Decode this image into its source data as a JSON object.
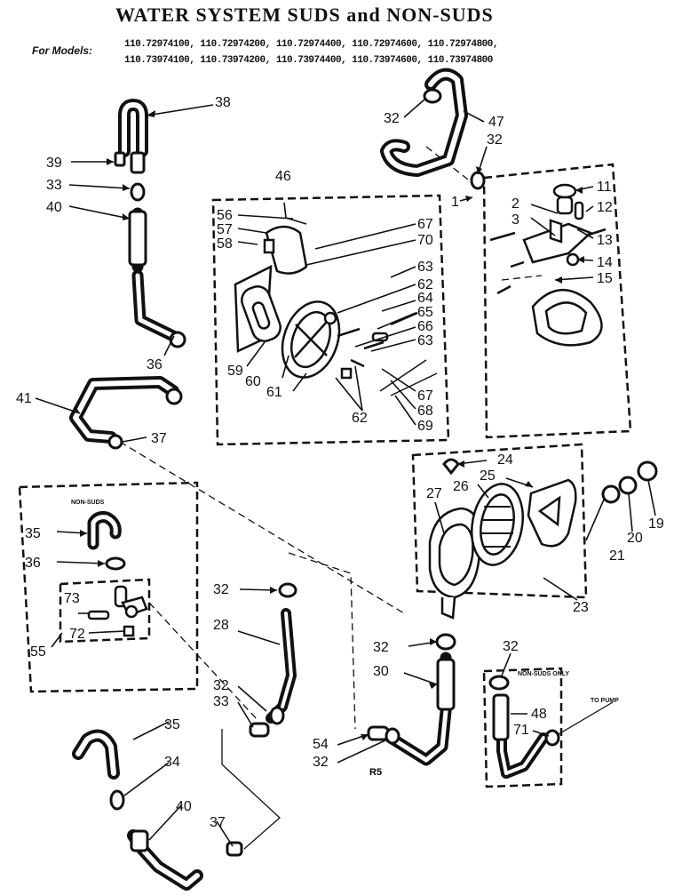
{
  "header": {
    "title": "WATER SYSTEM SUDS and NON-SUDS",
    "models_label": "For Models:",
    "models_line1": "110.72974100, 110.72974200, 110.72974400, 110.72974600, 110.72974800,",
    "models_line2": "110.73974100, 110.73974200, 110.73974400, 110.73974600, 110.73974800"
  },
  "labels": {
    "non_suds": "NON-SUDS",
    "non_suds_only": "NON-SUDS ONLY",
    "to_pump": "TO PUMP",
    "page_code": "R5"
  },
  "part_numbers": {
    "p1": "1",
    "p2": "2",
    "p3": "3",
    "p11": "11",
    "p12": "12",
    "p13": "13",
    "p14": "14",
    "p15": "15",
    "p19": "19",
    "p20": "20",
    "p21": "21",
    "p23": "23",
    "p24": "24",
    "p25": "25",
    "p26": "26",
    "p27": "27",
    "p28": "28",
    "p30": "30",
    "p32a": "32",
    "p32b": "32",
    "p32c": "32",
    "p32d": "32",
    "p32e": "32",
    "p32f": "32",
    "p32g": "32",
    "p33a": "33",
    "p33b": "33",
    "p34": "34",
    "p35a": "35",
    "p35b": "35",
    "p36a": "36",
    "p36b": "36",
    "p37a": "37",
    "p37b": "37",
    "p38": "38",
    "p39": "39",
    "p40a": "40",
    "p40b": "40",
    "p41": "41",
    "p46": "46",
    "p47": "47",
    "p48": "48",
    "p54": "54",
    "p55": "55",
    "p56": "56",
    "p57": "57",
    "p58": "58",
    "p59": "59",
    "p60": "60",
    "p61": "61",
    "p62a": "62",
    "p62b": "62",
    "p63a": "63",
    "p63b": "63",
    "p64": "64",
    "p65": "65",
    "p66": "66",
    "p67a": "67",
    "p67b": "67",
    "p68": "68",
    "p69": "69",
    "p70": "70",
    "p71": "71",
    "p72": "72",
    "p73": "73"
  }
}
